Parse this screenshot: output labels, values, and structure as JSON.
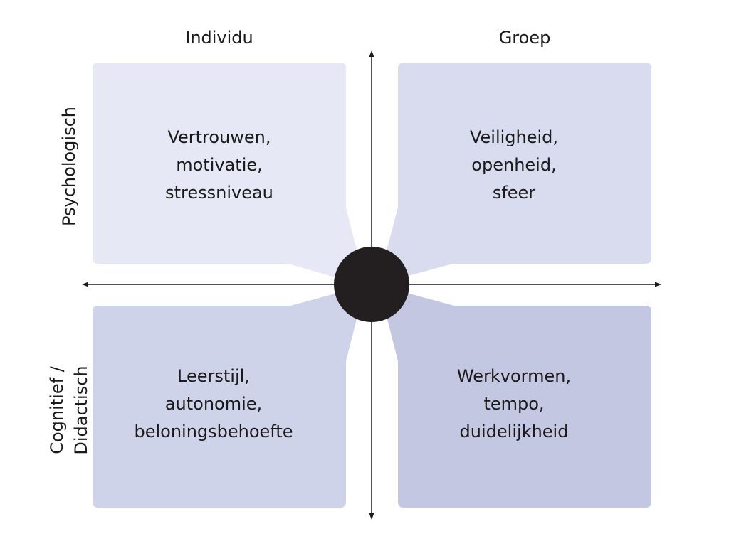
{
  "columns": {
    "individu": "Individu",
    "groep": "Groep"
  },
  "rows": {
    "psychologisch": "Psychologisch",
    "cognitief_line1": "Cognitief /",
    "cognitief_line2": "Didactisch"
  },
  "quadrants": {
    "individu_psychologisch": {
      "line1": "Vertrouwen,",
      "line2": "motivatie,",
      "line3": "stressniveau",
      "fill": "#e6e8f5"
    },
    "groep_psychologisch": {
      "line1": "Veiligheid,",
      "line2": "openheid,",
      "line3": "sfeer",
      "fill": "#d9dcef"
    },
    "individu_cognitief": {
      "line1": "Leerstijl,",
      "line2": "autonomie,",
      "line3": "beloningsbehoefte",
      "fill": "#cfd3ea"
    },
    "groep_cognitief": {
      "line1": "Werkvormen,",
      "line2": "tempo,",
      "line3": "duidelijkheid",
      "fill": "#c3c7e2"
    }
  },
  "colors": {
    "axis": "#1a1a1a",
    "center": "#231f20",
    "text": "#1a1a1a"
  }
}
